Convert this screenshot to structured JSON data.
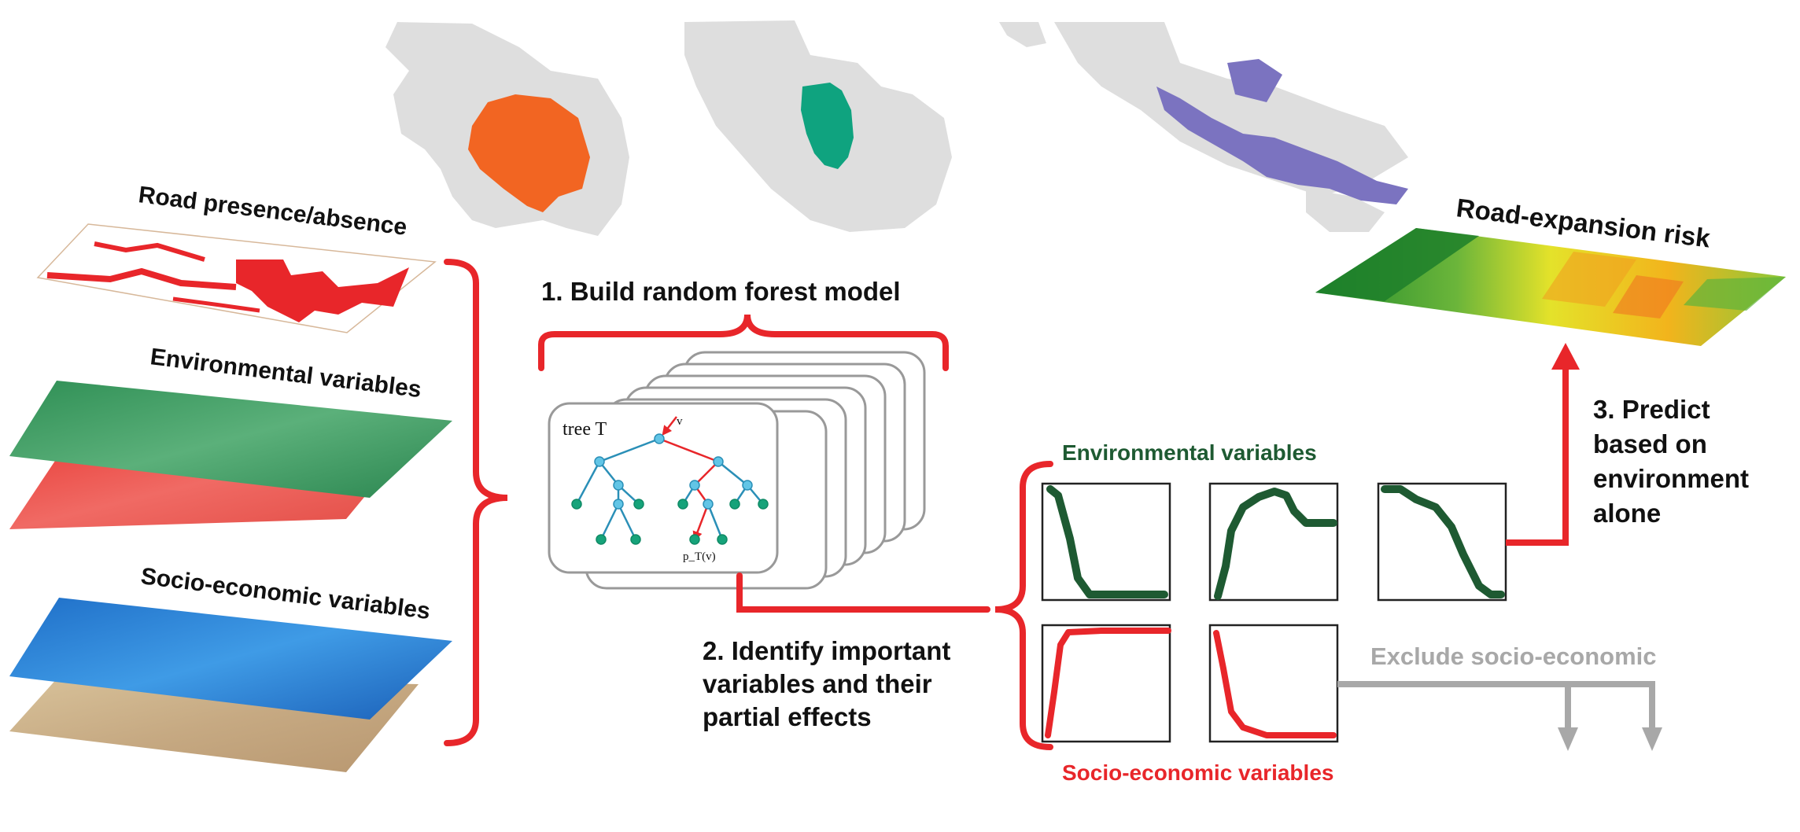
{
  "layers": {
    "roads": "Road presence/absence",
    "environmental": "Environmental variables",
    "socioeconomic": "Socio-economic variables"
  },
  "steps": {
    "step1": "1. Build random forest model",
    "step2": [
      "2. Identify important",
      "variables and their",
      "partial effects"
    ],
    "step3": [
      "3. Predict",
      "based on",
      "environment",
      "alone"
    ]
  },
  "tree": {
    "label": "tree T",
    "output": "p_T(v)",
    "input": "v"
  },
  "effects": {
    "env_label": "Environmental variables",
    "socio_label": "Socio-economic variables",
    "exclude_label": "Exclude socio-economic"
  },
  "risk": {
    "title": "Road-expansion risk"
  },
  "colors": {
    "red_accent": "#e8262a",
    "env_green": "#1e5a32",
    "exclude_gray": "#a8a8a8",
    "amazon": "#f26522",
    "congo": "#0fa37f",
    "indonesia": "#7b73c0",
    "land": "#dedede"
  }
}
